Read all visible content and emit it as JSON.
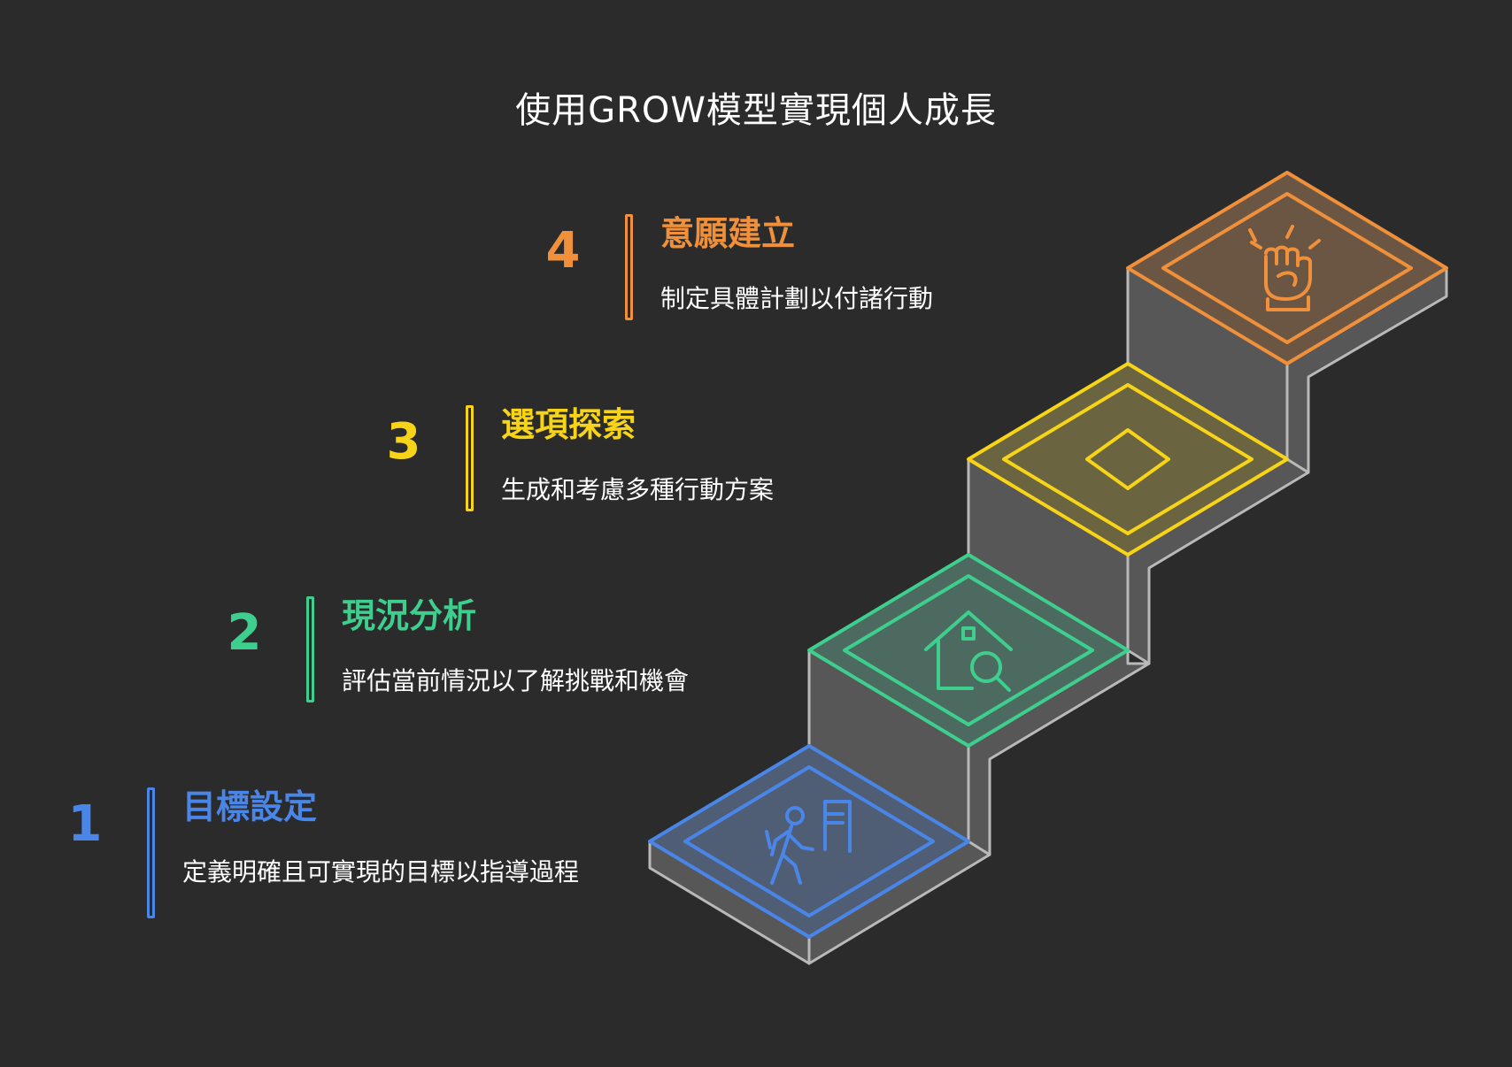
{
  "title": "使用GROW模型實現個人成長",
  "colors": {
    "background": "#2b2b2b",
    "step1": "#4a86e8",
    "step2": "#3ecf8e",
    "step3": "#f7d417",
    "step4": "#f0903a",
    "stairs_fill": "#575757",
    "stairs_edge": "#b9b9b9"
  },
  "steps": [
    {
      "number": "1",
      "heading": "目標設定",
      "description": "定義明確且可實現的目標以指導過程",
      "icon": "person-walking-to-flag-icon",
      "color": "#4a86e8"
    },
    {
      "number": "2",
      "heading": "現況分析",
      "description": "評估當前情況以了解挑戰和機會",
      "icon": "house-search-icon",
      "color": "#3ecf8e"
    },
    {
      "number": "3",
      "heading": "選項探索",
      "description": "生成和考慮多種行動方案",
      "icon": "diamond-icon",
      "color": "#f7d417"
    },
    {
      "number": "4",
      "heading": "意願建立",
      "description": "制定具體計劃以付諸行動",
      "icon": "raised-fist-icon",
      "color": "#f0903a"
    }
  ]
}
